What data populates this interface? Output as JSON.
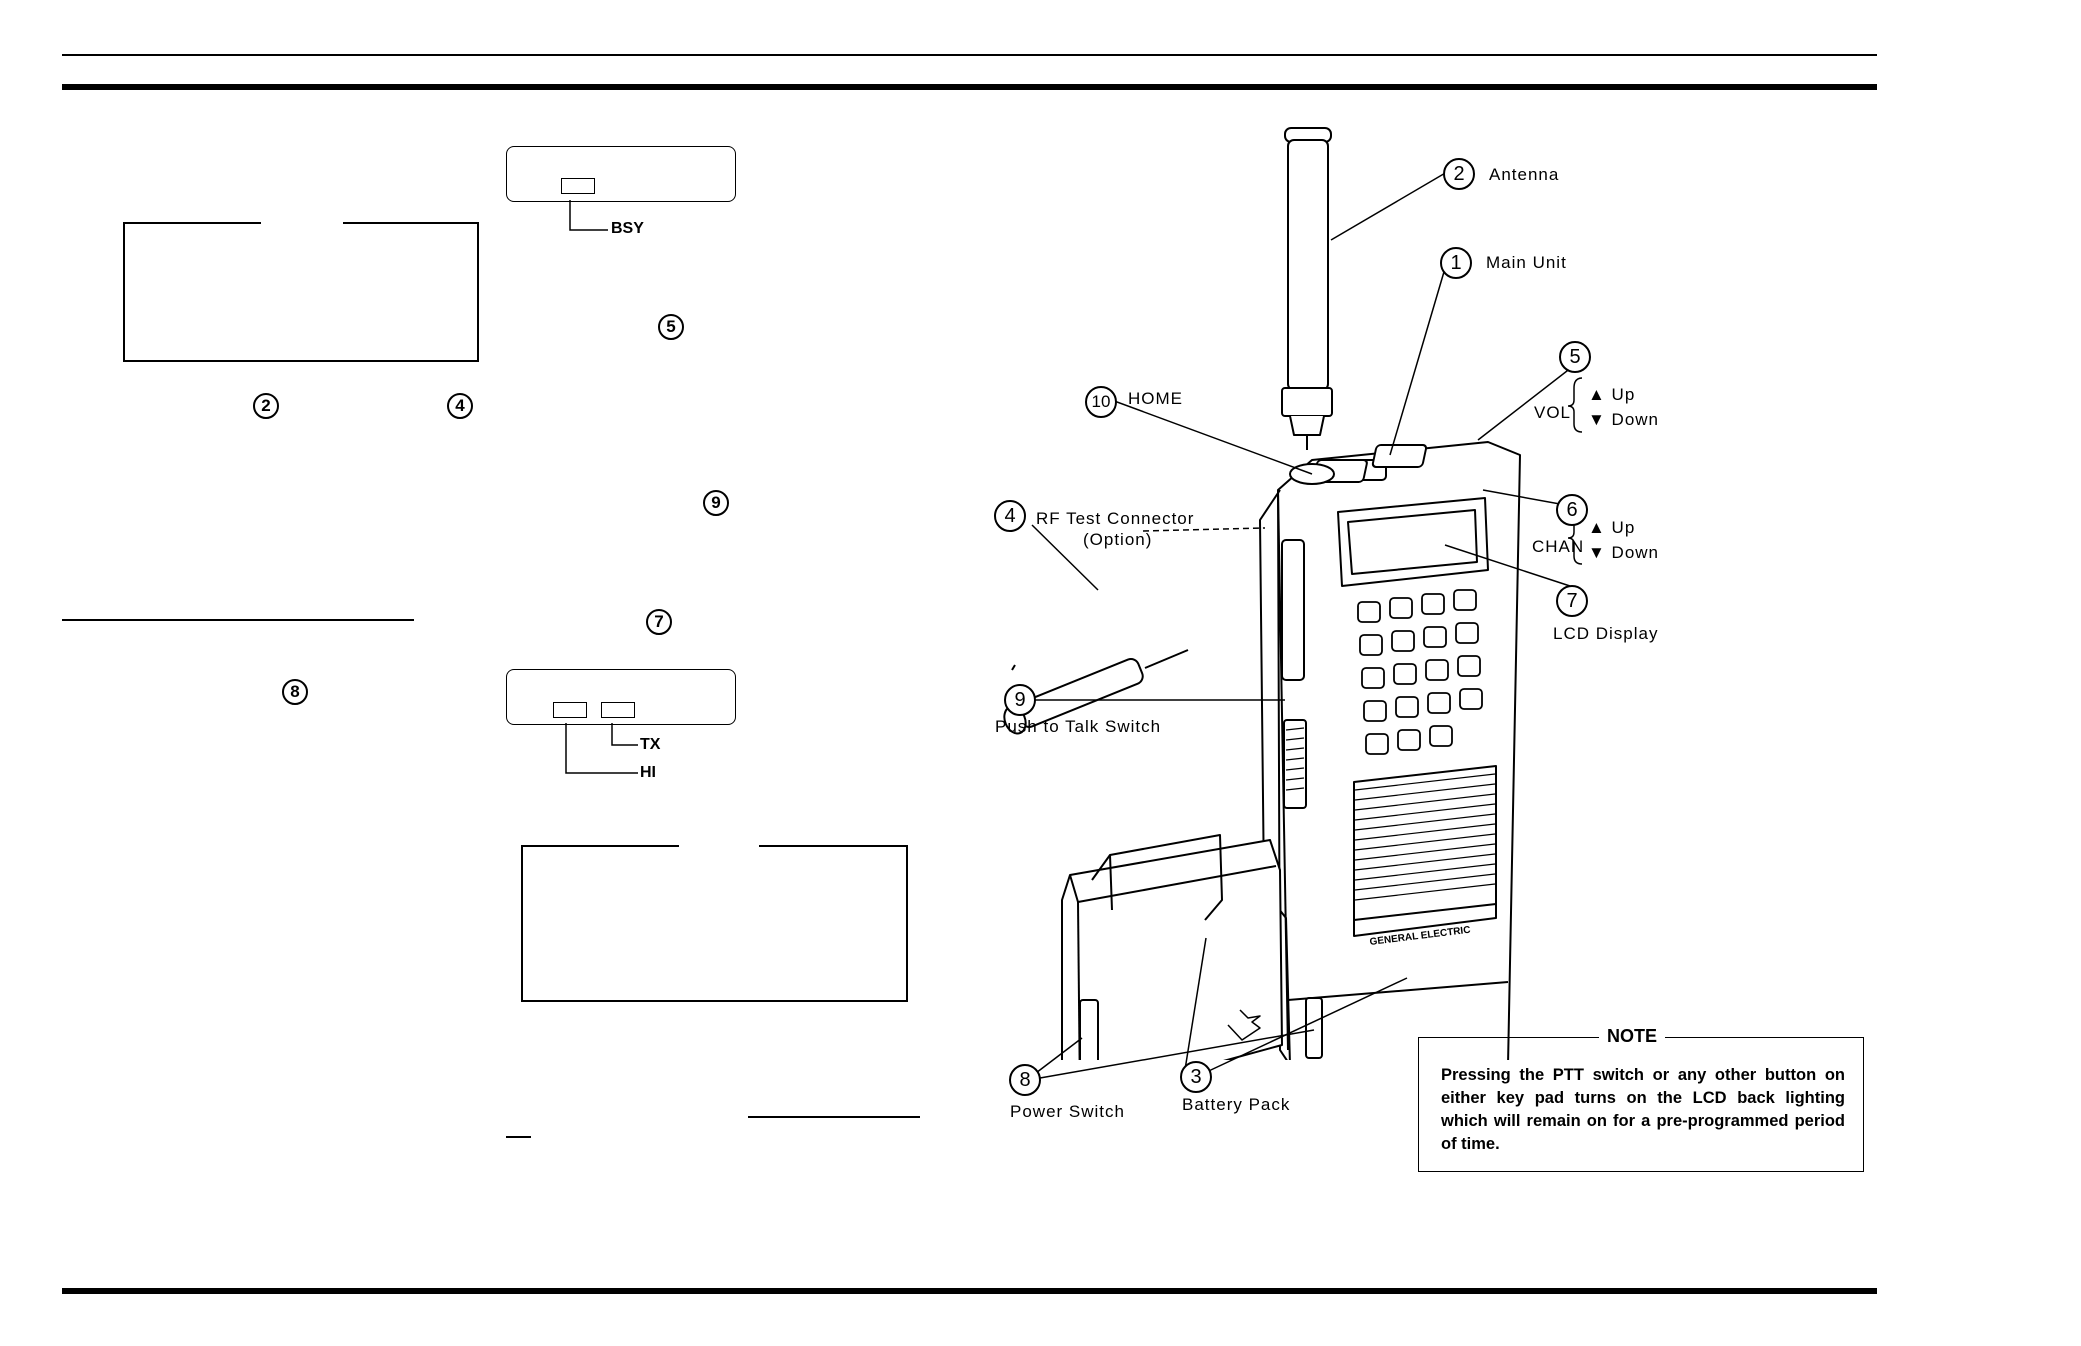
{
  "left_column": {
    "box_tab_gap": "",
    "circled": {
      "two": "2",
      "four": "4",
      "eight": "8"
    }
  },
  "middle_column": {
    "lcd_busy_label": "BSY",
    "circled": {
      "five": "5",
      "nine": "9",
      "seven": "7"
    },
    "lcd_tx_label": "TX",
    "lcd_hi_label": "HI"
  },
  "figure": {
    "callouts": [
      {
        "num": "1",
        "label": "Main Unit"
      },
      {
        "num": "2",
        "label": "Antenna"
      },
      {
        "num": "3",
        "label": "Battery Pack"
      },
      {
        "num": "4",
        "label": "RF Test Connector",
        "sub": "(Option)"
      },
      {
        "num": "5",
        "label": "VOL",
        "up": "▲ Up",
        "down": "▼ Down"
      },
      {
        "num": "6",
        "label": "CHAN",
        "up": "▲ Up",
        "down": "▼ Down"
      },
      {
        "num": "7",
        "label": "LCD Display"
      },
      {
        "num": "8",
        "label": "Power Switch"
      },
      {
        "num": "9",
        "label": "Push to Talk Switch"
      },
      {
        "num": "10",
        "label": "HOME"
      }
    ],
    "radio_brand": "GENERAL ELECTRIC"
  },
  "note": {
    "title": "NOTE",
    "text": "Pressing the PTT switch or any other button on either key pad turns on the LCD back lighting which will remain on for a pre-programmed period of time."
  }
}
